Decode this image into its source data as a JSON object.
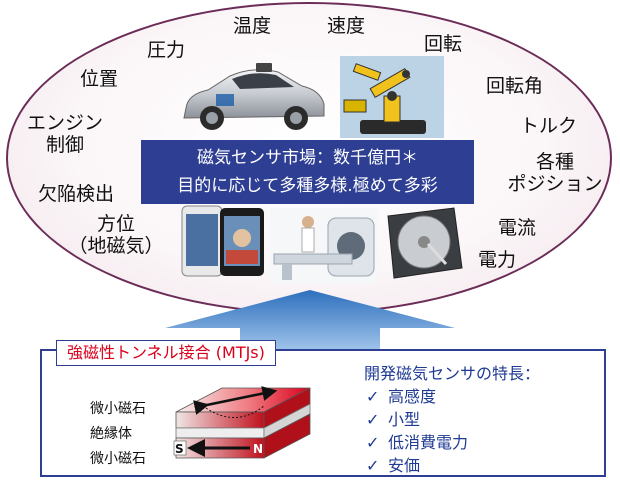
{
  "oval_labels": {
    "temperature": "温度",
    "speed": "速度",
    "pressure": "圧力",
    "rotation": "回転",
    "position": "位置",
    "rotation_angle": "回転角",
    "engine_line1": "エンジン",
    "engine_line2": "制御",
    "torque": "トルク",
    "various_line1": "各種",
    "various_line2": "ポジション",
    "defect_detection": "欠陥検出",
    "direction_line1": "方位",
    "direction_line2": "（地磁気）",
    "current": "電流",
    "power": "電力"
  },
  "banner": {
    "line1": "磁気センサ市場：数千億円＊",
    "line2": "目的に応じて多種多様.極めて多彩"
  },
  "mtj": {
    "title": "強磁性トンネル接合 (MTJs)",
    "layer_top": "微小磁石",
    "layer_mid": "絶縁体",
    "layer_bottom": "微小磁石",
    "pole_s": "S",
    "pole_n": "N"
  },
  "features": {
    "heading": "開発磁気センサの特長：",
    "check_mark": "✓",
    "items": [
      "高感度",
      "小型",
      "低消費電力",
      "安価"
    ]
  },
  "colors": {
    "banner_bg": "#2d3e93",
    "oval_border": "#6b2c57",
    "title_red": "#d9001b",
    "feature_blue": "#1f3a93",
    "magnet_red": "#e0262e"
  }
}
